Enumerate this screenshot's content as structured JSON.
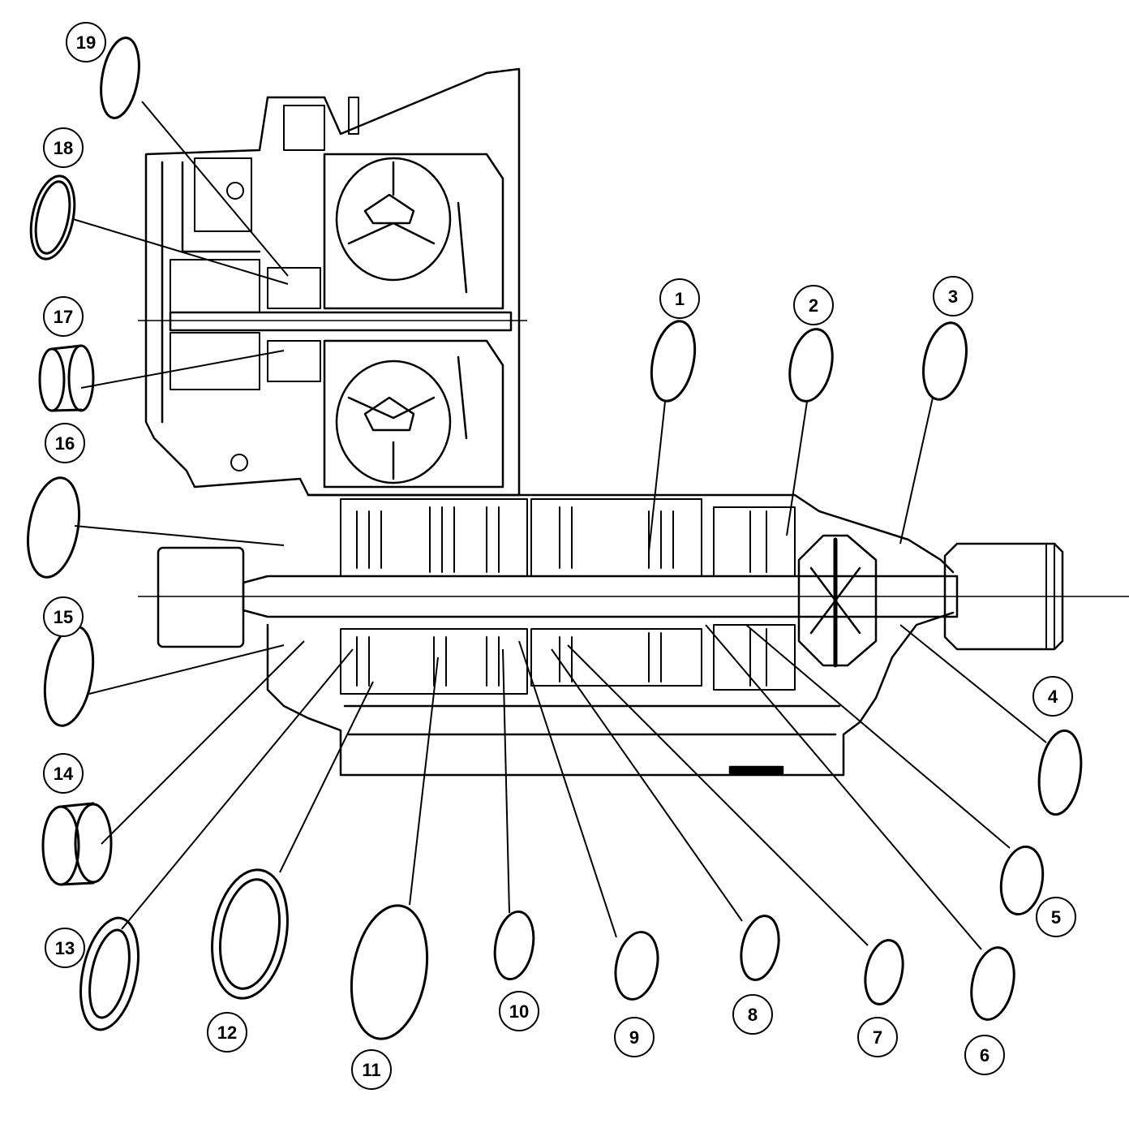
{
  "diagram": {
    "callouts": [
      {
        "label": "1"
      },
      {
        "label": "2"
      },
      {
        "label": "3"
      },
      {
        "label": "4"
      },
      {
        "label": "5"
      },
      {
        "label": "6"
      },
      {
        "label": "7"
      },
      {
        "label": "8"
      },
      {
        "label": "9"
      },
      {
        "label": "10"
      },
      {
        "label": "11"
      },
      {
        "label": "12"
      },
      {
        "label": "13"
      },
      {
        "label": "14"
      },
      {
        "label": "15"
      },
      {
        "label": "16"
      },
      {
        "label": "17"
      },
      {
        "label": "18"
      },
      {
        "label": "19"
      }
    ]
  }
}
